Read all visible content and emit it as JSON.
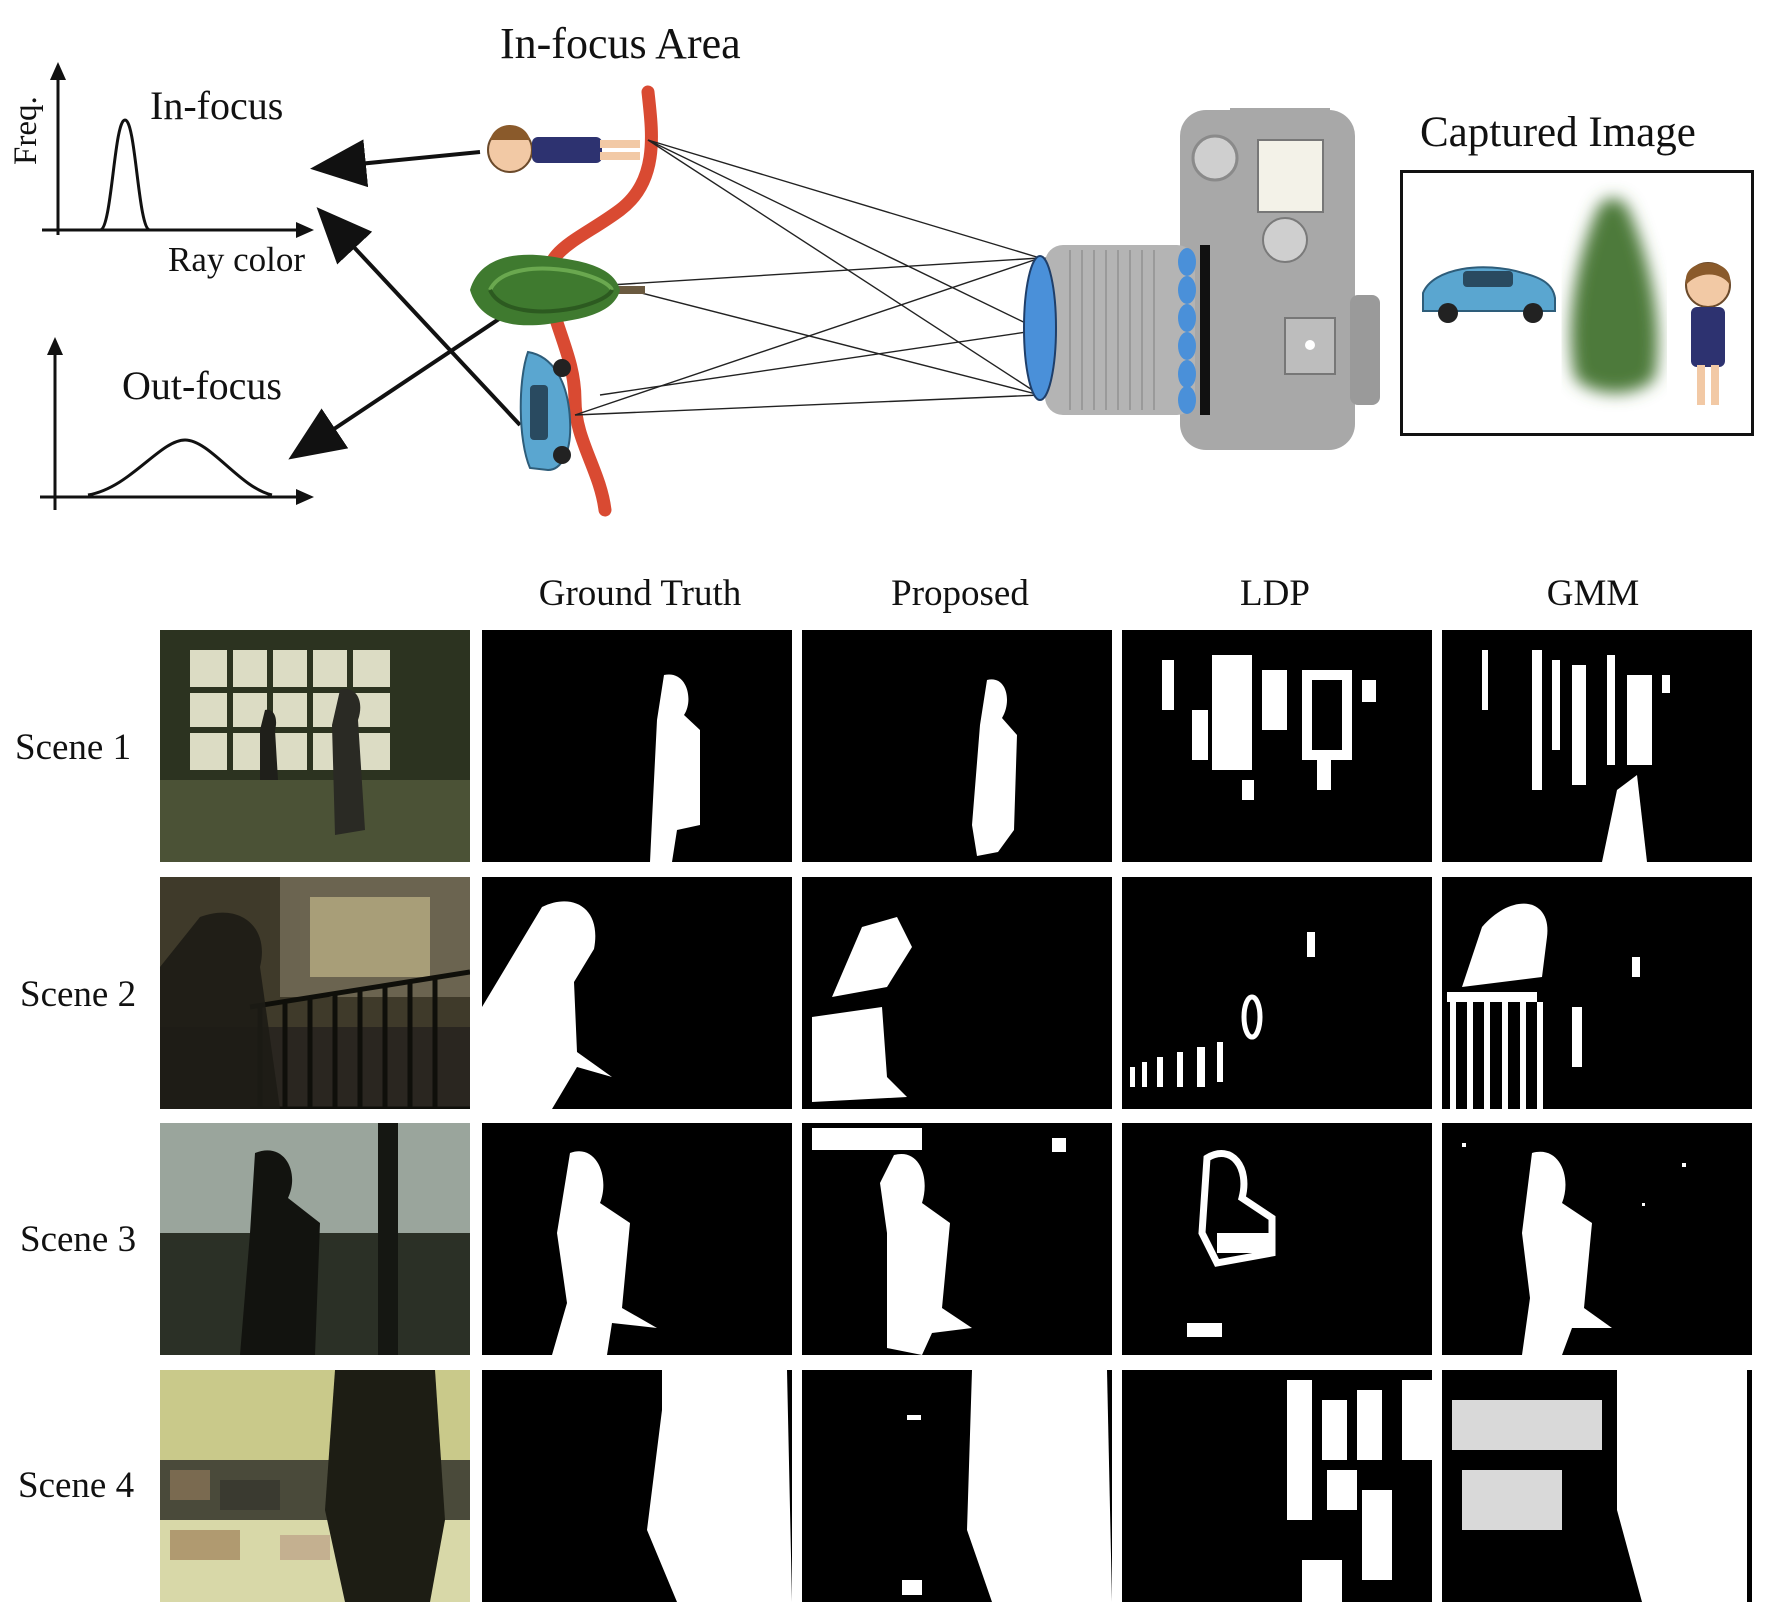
{
  "diagram": {
    "title_infocus_area": "In-focus Area",
    "label_infocus": "In-focus",
    "label_outfocus": "Out-focus",
    "axis_y": "Freq.",
    "axis_x": "Ray color",
    "label_captured": "Captured Image"
  },
  "results": {
    "columns": [
      "Ground Truth",
      "Proposed",
      "LDP",
      "GMM"
    ],
    "scenes": [
      "Scene 1",
      "Scene 2",
      "Scene 3",
      "Scene 4"
    ]
  },
  "colors": {
    "focus_curve": "#d94a32",
    "lens_blue": "#4a90d9",
    "camera_gray": "#a8a8a8",
    "mask_bg": "#000000",
    "mask_fg": "#ffffff"
  }
}
